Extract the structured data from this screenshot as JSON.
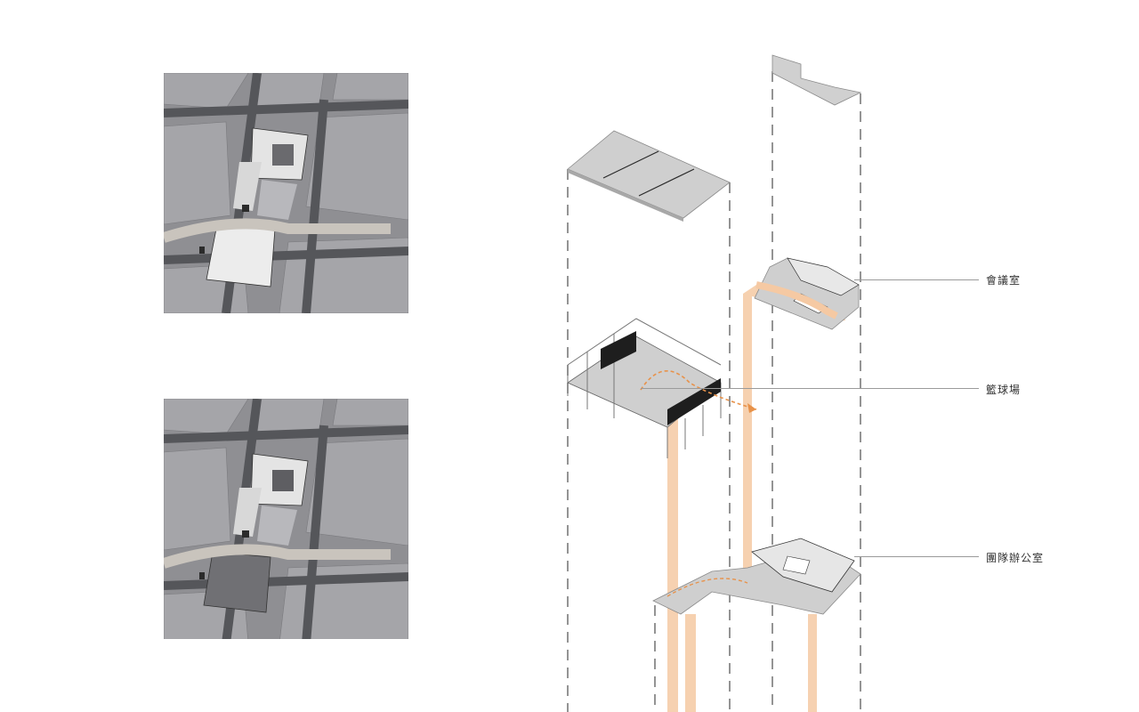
{
  "labels": {
    "meeting_room": "會議室",
    "basketball_court": "籃球場",
    "team_office": "團隊辦公室"
  },
  "colors": {
    "plan_ground": "#8f8f93",
    "road": "#55565a",
    "building_block": "#a7a7ab",
    "site_highlight": "#e8e8e8",
    "circulation": "#f5c9a3",
    "circulation_arrow": "#e8924a",
    "slab": "#cfcfcf",
    "dashed_line": "#7a7a7a"
  }
}
